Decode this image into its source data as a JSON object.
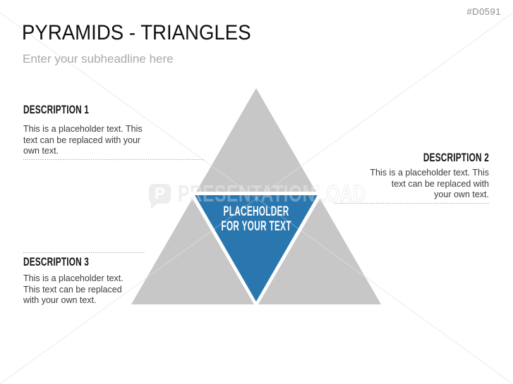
{
  "slide": {
    "code": "#D0591",
    "title": "PYRAMIDS - TRIANGLES",
    "subheadline": "Enter your subheadline here"
  },
  "pyramid": {
    "colors": {
      "gray": "#c7c7c7",
      "blue": "#2a76ae"
    },
    "label": {
      "line1": "PLACEHOLDER",
      "line2": "FOR YOUR TEXT"
    }
  },
  "descriptions": [
    {
      "heading": "DESCRIPTION 1",
      "lines": [
        "This is a placeholder text. This",
        "text can be replaced with your",
        "own text."
      ]
    },
    {
      "heading": "DESCRIPTION 2",
      "lines": [
        "This is a placeholder text. This",
        "text can be replaced with",
        "your own text."
      ]
    },
    {
      "heading": "DESCRIPTION 3",
      "lines": [
        "This is a placeholder text.",
        "This text can be replaced",
        "with your own text."
      ]
    }
  ],
  "watermark": {
    "text_main": "PRESENTATION",
    "text_outline": "LOAD",
    "logo_letter": "P"
  }
}
